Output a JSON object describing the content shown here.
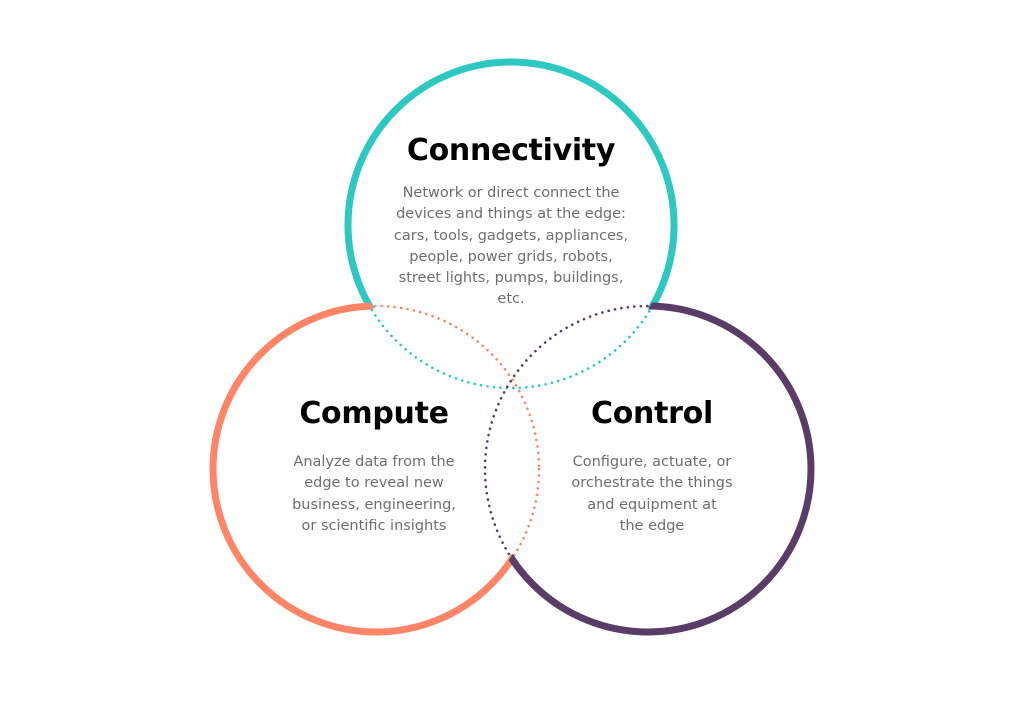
{
  "diagram": {
    "type": "venn",
    "circles": [
      {
        "id": "connectivity",
        "title": "Connectivity",
        "color": "#2ec8c2",
        "description_lines": [
          "Network or direct connect the",
          "devices and things at the edge:",
          "cars, tools, gadgets, appliances,",
          "people, power grids, robots,",
          "street lights, pumps, buildings,",
          "etc."
        ]
      },
      {
        "id": "compute",
        "title": "Compute",
        "color": "#ff8566",
        "description_lines": [
          "Analyze data from the",
          "edge to reveal new",
          "business, engineering,",
          "or scientific insights"
        ]
      },
      {
        "id": "control",
        "title": "Control",
        "color": "#5a3d66",
        "description_lines": [
          "Configure, actuate, or",
          "orchestrate the things",
          "and equipment at",
          "the edge"
        ]
      }
    ],
    "overlap_style": "dotted"
  }
}
